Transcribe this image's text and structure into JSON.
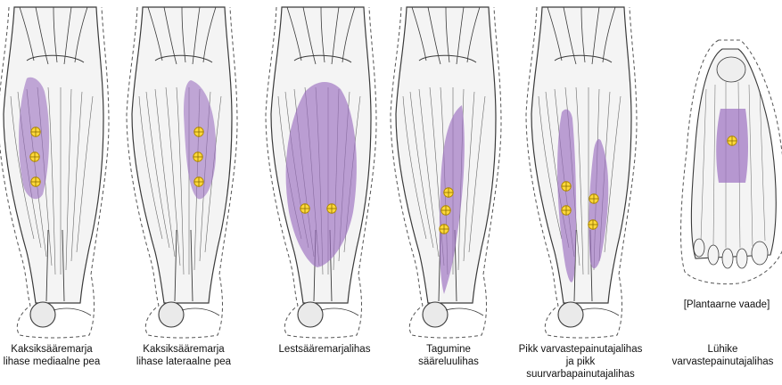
{
  "panels": [
    {
      "label": "Kaksiksääremarja lihase mediaalne pea"
    },
    {
      "label": "Kaksiksääremarja lihase lateraalne pea"
    },
    {
      "label": "Lestsääremarjalihas"
    },
    {
      "label": "Tagumine sääreluulihas"
    },
    {
      "label": "Pikk varvastepainutajalihas ja pikk suurvarbapainutajalihas"
    },
    {
      "label": "Lühike varvastepainutajalihas"
    }
  ],
  "view_note": "[Plantaarne vaade]",
  "colors": {
    "muscle_highlight": "#9b6fc0",
    "marker_fill": "#ffd93b",
    "marker_stroke": "#b08a00",
    "line_art": "#3a3a3a",
    "outline_dashed": "#555555"
  },
  "icons": [
    "leg-posterior-illustration",
    "foot-plantar-illustration",
    "injection-point-marker"
  ]
}
